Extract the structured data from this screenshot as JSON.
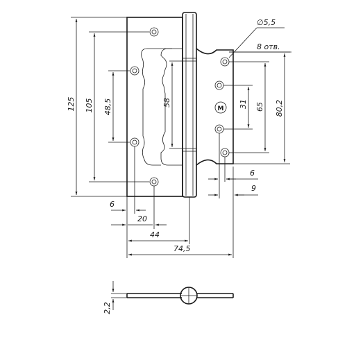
{
  "dimensions": {
    "height_total": "125",
    "height_outer_holes": "105",
    "height_inner_holes": "48,5",
    "leaf_cutout": "58",
    "hole_diameter": "∅5,5",
    "hole_count": "8 отв.",
    "pitch_80": "80,2",
    "pitch_65": "65",
    "pitch_31": "31",
    "offset_6_right": "6",
    "offset_9_right": "9",
    "offset_6_left": "6",
    "width_20": "20",
    "width_44": "44",
    "width_total": "74,5",
    "thickness": "2,2"
  },
  "logo": "M"
}
